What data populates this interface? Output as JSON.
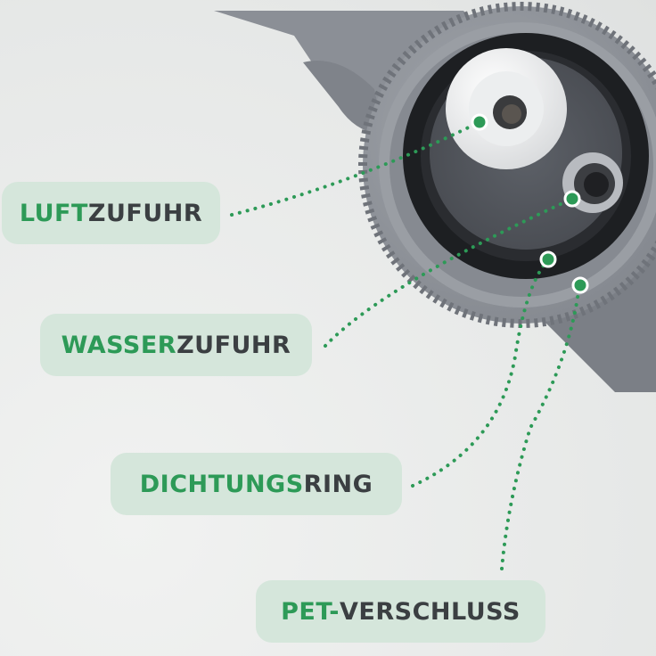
{
  "labels": [
    {
      "accent": "LUFT",
      "rest": "ZUFUHR"
    },
    {
      "accent": "WASSER",
      "rest": "ZUFUHR"
    },
    {
      "accent": "DICHTUNGS",
      "rest": "RING"
    },
    {
      "accent": "PET-",
      "rest": "VERSCHLUSS"
    }
  ],
  "colors": {
    "accent": "#2d9a57",
    "text": "#3b3f42",
    "label_bg": "#d5e6db",
    "background": "#e9ebea",
    "part": "#8e9299"
  }
}
